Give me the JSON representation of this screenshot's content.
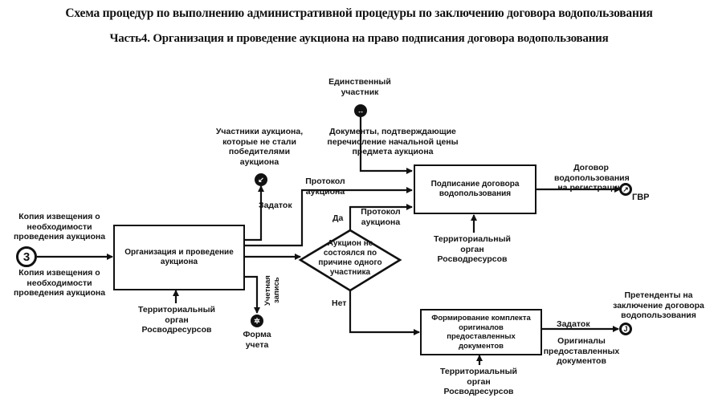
{
  "header": {
    "title": "Схема процедур по выполнению административной процедуры по заключению договора водопользования",
    "subtitle": "Часть4. Организация и проведение аукциона на право подписания договора водопользования"
  },
  "nodes": {
    "start": {
      "symbol": "3"
    },
    "losers": {
      "label": "Участники аукциона, которые не стали победителями аукциона",
      "symbol": "↙"
    },
    "single": {
      "label": "Единственный участник",
      "symbol": "↔"
    },
    "gvr": {
      "label": "ГВР",
      "symbol": "↗"
    },
    "form": {
      "label": "Форма учета",
      "symbol": "✲"
    },
    "applicants": {
      "label": "Претенденты на заключение договора водопользования",
      "symbol": "J"
    }
  },
  "boxes": {
    "organize": {
      "label": "Организация и проведение аукциона"
    },
    "sign": {
      "label": "Подписание договора водопользования"
    },
    "assemble": {
      "label": "Формирование комплекта оригиналов предоставленных документов"
    }
  },
  "decision": {
    "label": "Аукцион не состоялся по причине одного участника",
    "yes": "Да",
    "no": "Нет"
  },
  "labels": {
    "input_top": "Копия извещения о необходимости проведения аукциона",
    "input_bottom": "Копия извещения о необходимости проведения аукциона",
    "control_1": "Территориальный орган Росводресурсов",
    "control_2": "Территориальный орган Росводресурсов",
    "control_3": "Территориальный орган Росводресурсов",
    "deposit_1": "Задаток",
    "protocol_1": "Протокол аукциона",
    "protocol_2": "Протокол аукциона",
    "documents_payment": "Документы, подтверждающие перечисление начальной цены предмета аукциона",
    "contract_registration": "Договор водопользования на регистрацию",
    "accounting_records": "Учетная запись",
    "deposit_2": "Задаток",
    "originals": "Оригиналы предоставленных документов"
  }
}
